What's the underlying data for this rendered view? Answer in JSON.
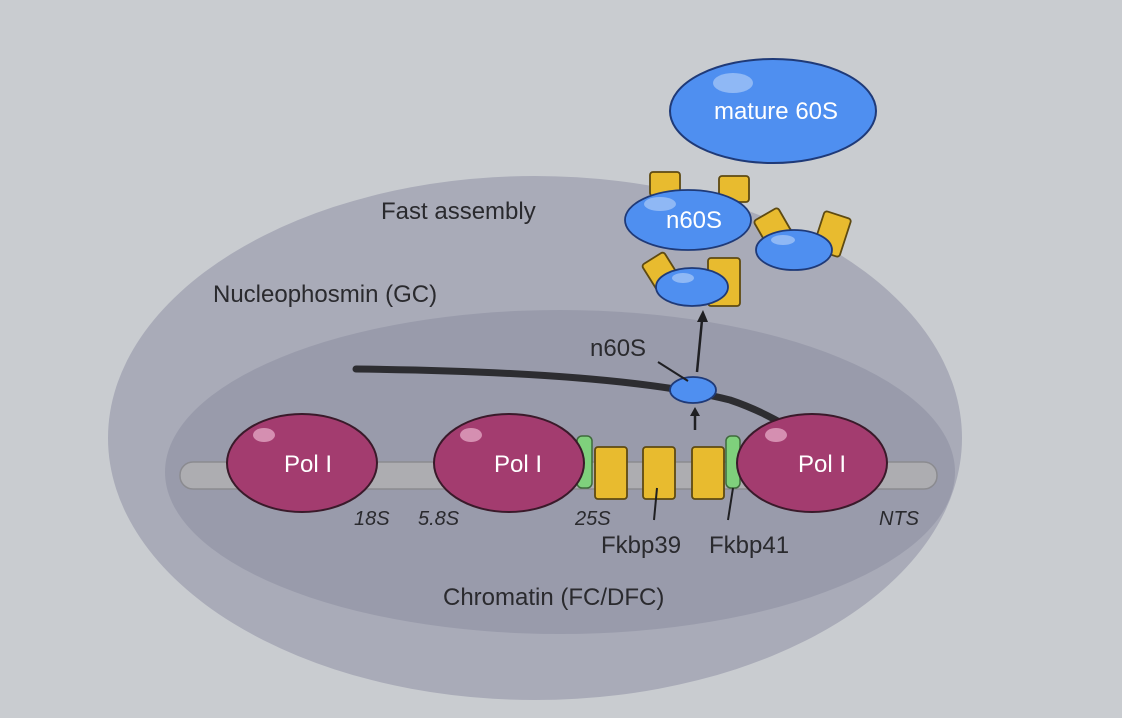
{
  "labels": {
    "mature_60s": "mature 60S",
    "fast_assembly": "Fast assembly",
    "n60s_cluster": "n60S",
    "nucleophosmin": "Nucleophosmin (GC)",
    "n60s_callout": "n60S",
    "pol_1": "Pol I",
    "pol_2": "Pol I",
    "pol_3": "Pol I",
    "s18": "18S",
    "s58": "5.8S",
    "s25": "25S",
    "nts": "NTS",
    "fkbp39": "Fkbp39",
    "fkbp41": "Fkbp41",
    "chromatin": "Chromatin (FC/DFC)"
  },
  "colors": {
    "background": "#c9ccd0",
    "outer_region": "#a9abb8",
    "inner_region": "#999bab",
    "pol_i": "#a33c6f",
    "particle": "#4f8ff0",
    "fkbp": "#e8bb2f",
    "green_marker": "#7fd07c",
    "chromatin_rod": "#adadb1",
    "rna_strand": "#2d2d31"
  }
}
